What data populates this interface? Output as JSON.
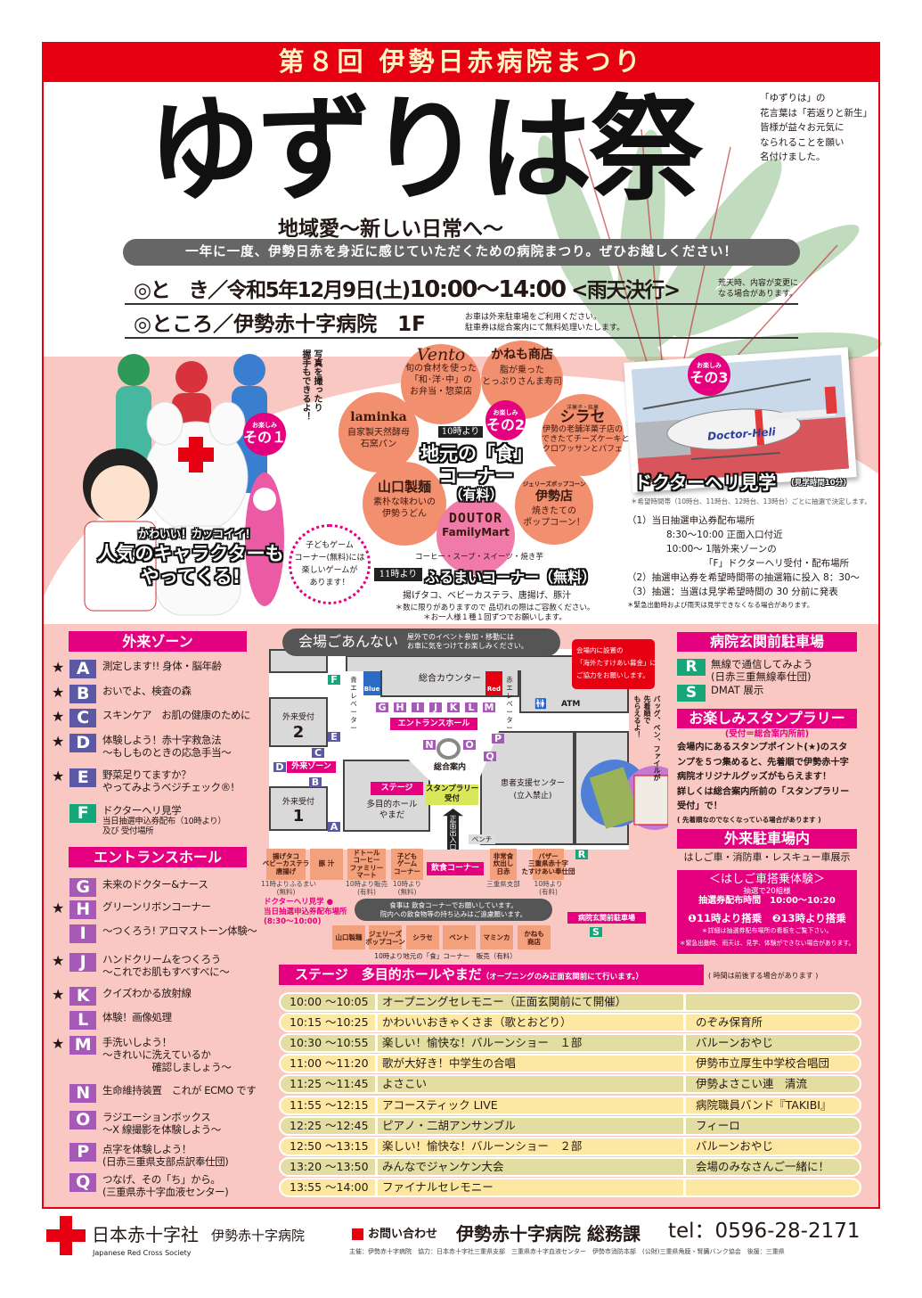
{
  "header": {
    "banner": "第８回 伊勢日赤病院まつり",
    "title": "ゆずりは祭",
    "subtitle": "地域愛〜新しい日常へ〜",
    "name_note": [
      "「ゆずりは」の",
      "花言葉は「若返りと新生」",
      "皆様が益々お元気に",
      "なられることを願い",
      "名付けました。"
    ],
    "tagline": "一年に一度、伊勢日赤を身近に感じていただくための病院まつり。ぜひお越しください！",
    "when": {
      "label": "◎と　き／令和5年12月9日(土)",
      "time": "10:00〜14:00",
      "rain": "<雨天決行>",
      "note": [
        "荒天時、内容が変更に",
        "なる場合があります。"
      ]
    },
    "where": {
      "label": "◎ところ／伊勢赤十字病院　1F",
      "note": [
        "お車は外来駐車場をご利用ください。",
        "駐車券は総合案内にて無料処理いたします。"
      ]
    }
  },
  "attraction1": {
    "badge_small": "お楽しみ",
    "badge_big": "その１",
    "callout": [
      "写真を撮ったり",
      "握手もできるよ！"
    ],
    "headline_small": "かわいい！カッコイイ！",
    "headline": [
      "人気のキャラクターも",
      "やってくる!"
    ],
    "game_note": [
      "子どもゲーム",
      "コーナー(無料)には",
      "楽しいゲームが",
      "あります！"
    ]
  },
  "attraction2": {
    "badge_small": "お楽しみ",
    "badge_big": "その2",
    "time_tab": "10時より",
    "title": [
      "地元の「食」",
      "コーナー",
      "（有料）"
    ],
    "shops": [
      {
        "name": "Vento",
        "desc": [
          "旬の食材を使った",
          "「和･洋･中」の",
          "お弁当・惣菜店"
        ]
      },
      {
        "name": "かねも商店",
        "desc": [
          "脂が乗った",
          "とっぷりさんま寿司"
        ]
      },
      {
        "name": "laminka",
        "desc": [
          "自家製天然酵母",
          "石窯パン"
        ]
      },
      {
        "name": "シラセ",
        "desc": [
          "伊勢の老舗洋菓子店の",
          "できたてチーズケーキと",
          "クロワッサンとパフェ"
        ],
        "tag": "洋菓子・銘菓"
      },
      {
        "name": "山口製麺",
        "desc": [
          "素朴な味わいの",
          "伊勢うどん"
        ]
      },
      {
        "name": "伊勢店",
        "desc": [
          "焼きたての",
          "ポップコーン！"
        ],
        "tag": "ジェリーズポップコーン"
      }
    ],
    "doutor": {
      "name1": "DOUTOR",
      "name2": "FamilyMart",
      "desc": "コーヒー・スープ・スイーツ・焼き芋"
    },
    "furumai": {
      "time_tab": "11時より",
      "title": "ふるまいコーナー（無料）",
      "items": "揚げタコ、ベビーカステラ、唐揚げ、豚汁",
      "notes": [
        "＊数に限りがありますので 品切れの際はご容赦ください。",
        "＊お一人様１種１回ずつでお願いします。"
      ]
    }
  },
  "attraction3": {
    "badge_small": "お楽しみ",
    "badge_big": "その3",
    "heli_label": "Doctor-Heli",
    "title": "ドクターヘリ見学",
    "duration": "(見学時間10分)",
    "lottery_note": "＊希望時間帯（10時台、11時台、12時台、13時台）ごとに抽選で決定します。",
    "steps": [
      "（1）当日抽選申込券配布場所",
      "8:30〜10:00 正面入口付近",
      "10:00〜 1階外来ゾーンの",
      "「F」ドクターヘリ受付・配布場所",
      "（2）抽選申込券を希望時間帯の抽選箱に投入 8：30〜",
      "（3）抽選：当選は見学希望時間の 30 分前に発表"
    ],
    "warning": "＊緊急出動時および雨天は見学できなくなる場合があります。"
  },
  "outpatient_zone": {
    "title": "外来ゾーン",
    "items": [
      {
        "letter": "A",
        "star": true,
        "text": "測定します!! 身体・脳年齢"
      },
      {
        "letter": "B",
        "star": true,
        "text": "おいでよ、検査の森"
      },
      {
        "letter": "C",
        "star": true,
        "text": "スキンケア　お肌の健康のために"
      },
      {
        "letter": "D",
        "star": true,
        "text": "体験しよう！赤十字救急法\n〜もしものときの応急手当〜"
      },
      {
        "letter": "E",
        "star": true,
        "text": "野菜足りてますか？\nやってみようベジチェック®!"
      },
      {
        "letter": "F",
        "star": false,
        "text": "ドクターヘリ見学",
        "sub": "当日抽選申込券配布（10時より）\n及び 受付場所"
      }
    ]
  },
  "entrance_hall": {
    "title": "エントランスホール",
    "items": [
      {
        "letter": "G",
        "star": false,
        "text": "未来のドクター&ナース"
      },
      {
        "letter": "H",
        "star": true,
        "text": "グリーンリボンコーナー"
      },
      {
        "letter": "I",
        "star": false,
        "text": "〜つくろう! アロマストーン体験〜"
      },
      {
        "letter": "J",
        "star": true,
        "text": "ハンドクリームをつくろう\n〜これでお肌もすべすべに〜"
      },
      {
        "letter": "K",
        "star": true,
        "text": "クイズわかる放射線"
      },
      {
        "letter": "L",
        "star": false,
        "text": "体験！画像処理"
      },
      {
        "letter": "M",
        "star": true,
        "text": "手洗いしよう！\n〜きれいに洗えているか\n　　　　　確認しましょう〜"
      },
      {
        "letter": "N",
        "star": false,
        "text": "生命維持装置　これが ECMO です"
      },
      {
        "letter": "O",
        "star": false,
        "text": "ラジエーションボックス\n〜X 線撮影を体験しよう〜"
      },
      {
        "letter": "P",
        "star": false,
        "text": "点字を体験しよう！\n(日赤三重県支部点訳奉仕団)"
      },
      {
        "letter": "Q",
        "star": false,
        "text": "つなげ、その「ち」から。\n(三重県赤十字血液センター)"
      }
    ]
  },
  "map": {
    "title": "会場ごあんない",
    "title_note": [
      "屋外でのイベント参加・移動には",
      "お車に気をつけてお楽しみください。"
    ],
    "donation_note": [
      "会場内に設置の",
      "「海外たすけあい募金」に",
      "ご協力をお願いします。"
    ],
    "counter": "総合カウンター",
    "elevator_blue": "青エレベーター",
    "elevator_red": "赤エレベーター",
    "blue": "Blue",
    "red": "Red",
    "atm": "ATM",
    "entrance_hall": "エントランスホール",
    "info": "総合案内",
    "reception2": "外来受付",
    "reception2_no": "2",
    "reception1": "外来受付",
    "reception1_no": "1",
    "outpatient_zone": "外来ゾーン",
    "stage": "ステージ",
    "hall": [
      "多目的ホール",
      "やまだ"
    ],
    "stamp": [
      "スタンプラリー",
      "受付"
    ],
    "main_entrance": "正面出入口",
    "support_center": [
      "患者支援センター",
      "(立入禁止)"
    ],
    "bench": "ベンチ",
    "goods_note": [
      "バッグ、ペン、ファイルが",
      "先着順で",
      "もらえるよ！"
    ],
    "stalls_top": [
      {
        "name": "揚げタコ\nベビーカステラ\n唐揚げ",
        "cap": "11時よりふるまい\n(無料)"
      },
      {
        "name": "豚 汁",
        "cap": ""
      },
      {
        "name": "ドトール\nコーヒー\nファミリー\nマート",
        "cap": "10時より販売\n(有料)"
      },
      {
        "name": "子ども\nゲーム\nコーナー",
        "cap": "10時より\n(無料)"
      },
      {
        "name": "非常食\n炊出し\n日赤",
        "cap": "三重県支部"
      },
      {
        "name": "バザー\n三重県赤十字\nたすけあい奉仕団",
        "cap": "10時より\n(有料)"
      }
    ],
    "food_corner": "飲食コーナー",
    "heli_note": [
      "ドクターヘリ見学 ●",
      "当日抽選申込券配布場所",
      "(8:30〜10:00)"
    ],
    "eat_note": [
      "食事は 飲食コーナーでお願いしています。",
      "院内への飲食物等の持ち込みはご遠慮願います。"
    ],
    "parking_label": "病院玄関前駐車場",
    "stalls_bottom": [
      "山口製麺",
      "ジェリーズ\nポップコーン",
      "シラセ",
      "ベント",
      "マミンカ",
      "かねも\n商店"
    ],
    "bottom_caption": "10時より地元の「食」コーナー　販売（有料）"
  },
  "right": {
    "parking_title": "病院玄関前駐車場",
    "parking_items": [
      {
        "letter": "R",
        "text": "無線で通信してみよう\n(日赤三重無線奉仕団)"
      },
      {
        "letter": "S",
        "text": "DMAT 展示"
      }
    ],
    "stamp_title": "お楽しみスタンプラリー",
    "stamp_sub": "(受付＝総合案内所前)",
    "stamp_text": [
      "会場内にあるスタンプポイント(★)のスタ",
      "ンプを５つ集めると、先着順で伊勢赤十字",
      "病院オリジナルグッズがもらえます！",
      "詳しくは総合案内所前の「スタンプラリー",
      "受付」で！"
    ],
    "stamp_note": "( 先着順なのでなくなっている場合があります )",
    "outpatient_parking_title": "外来駐車場内",
    "vehicles": "はしご車・消防車・レスキュー車展示",
    "ladder": {
      "title": "＜はしご車搭乗体験＞",
      "lots": "抽選で20組様",
      "time": "抽選券配布時間　10:00〜10:20",
      "rides": "❶11時より搭乗　❷13時より搭乗",
      "note1": "＊詳細は抽選券配布場所の看板をご覧下さい。",
      "note2": "＊緊急出動時、雨天は、見学、体験ができない場合があります。"
    }
  },
  "stage": {
    "title": "ステージ　多目的ホールやまだ",
    "title_note": "（オープニングのみ正面玄関前にて行います。）",
    "time_note": "( 時間は前後する場合があります )",
    "rows": [
      {
        "time": "10:00 〜10:05",
        "event": "オープニングセレモニー（正面玄関前にて開催）",
        "performer": ""
      },
      {
        "time": "10:15 〜10:25",
        "event": "かわいいおきゃくさま（歌とおどり）",
        "performer": "のぞみ保育所"
      },
      {
        "time": "10:30 〜10:55",
        "event": "楽しい！愉快な！バルーンショー　１部",
        "performer": "バルーンおやじ"
      },
      {
        "time": "11:00 〜11:20",
        "event": "歌が大好き！中学生の合唱",
        "performer": "伊勢市立厚生中学校合唱団"
      },
      {
        "time": "11:25 〜11:45",
        "event": "よさこい",
        "performer": "伊勢よさこい連　清流"
      },
      {
        "time": "11:55 〜12:15",
        "event": "アコースティック LIVE",
        "performer": "病院職員バンド『TAKIBI』"
      },
      {
        "time": "12:25 〜12:45",
        "event": "ピアノ・二胡アンサンブル",
        "performer": "フィーロ"
      },
      {
        "time": "12:50 〜13:15",
        "event": "楽しい！愉快な！バルーンショー　２部",
        "performer": "バルーンおやじ"
      },
      {
        "time": "13:20 〜13:50",
        "event": "みんなでジャンケン大会",
        "performer": "会場のみなさんご一緒に！"
      },
      {
        "time": "13:55 〜14:00",
        "event": "ファイナルセレモニー",
        "performer": ""
      }
    ]
  },
  "footer": {
    "org": "日本赤十字社",
    "org_en": "Japanese Red Cross Society",
    "hospital": "伊勢赤十字病院",
    "contact_label": "お問い合わせ",
    "contact_name": "伊勢赤十字病院 総務課",
    "tel": "tel：0596-28-2171",
    "sponsors": "主催：伊勢赤十字病院　協力：日本赤十字社三重県支部　三重県赤十字血液センター　伊勢市消防本部　(公財)三重県角膜・腎臓バンク協会　後援：三重県"
  },
  "colors": {
    "red": "#e60012",
    "magenta": "#e4007f",
    "pink_bg": "#f9c8c3",
    "indigo": "#5b59a6",
    "purple": "#a659b6",
    "teal": "#17a57a",
    "orange": "#f28f6e",
    "khaki": "#e4dda2",
    "cream": "#fde8a3"
  }
}
